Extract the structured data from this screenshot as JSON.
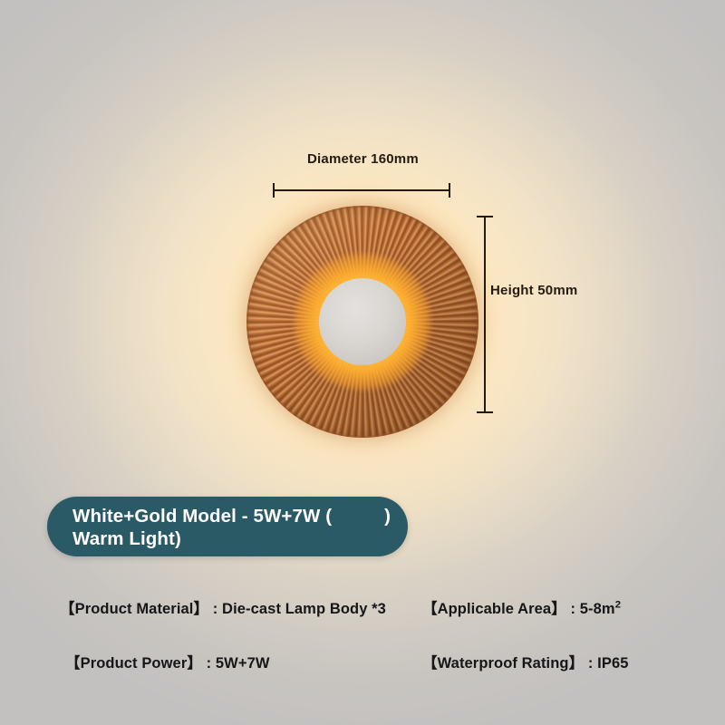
{
  "product_image": {
    "background_color": "#c3c1bf",
    "glow_color": "#ffe6b6",
    "lamp": {
      "body_color": "#b56a30",
      "rib_highlight_color": "#e0a068",
      "center_disc_color": "#d9d6d2",
      "emitter_glow_color": "#ffba34"
    }
  },
  "dimensions": {
    "diameter_label": "Diameter 160mm",
    "height_label": "Height 50mm"
  },
  "banner": {
    "accent_color": "#2a5a66",
    "text": "White+Gold Model - 5W+7W (          )\nWarm Light)"
  },
  "specs": [
    {
      "key": "【Product Material】",
      "separator": " : ",
      "value": "Die-cast Lamp Body *3"
    },
    {
      "key": "【Applicable Area】",
      "separator": " : ",
      "value": "5-8m",
      "superscript": "2"
    },
    {
      "key": "【Product Power】",
      "separator": " : ",
      "value": "5W+7W"
    },
    {
      "key": "【Waterproof Rating】",
      "separator": " : ",
      "value": "IP65"
    }
  ]
}
